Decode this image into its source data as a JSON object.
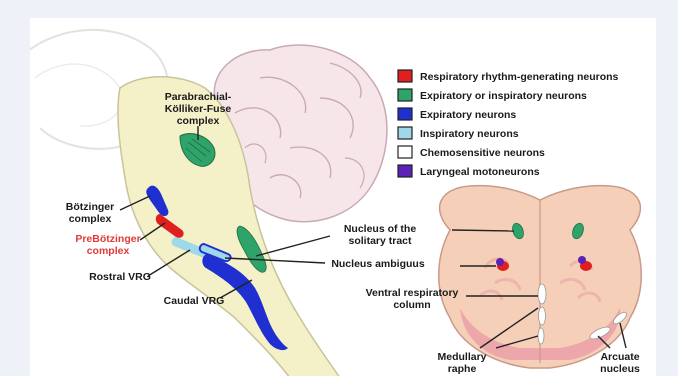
{
  "colors": {
    "red": "#e0201f",
    "green": "#2fa46a",
    "blue": "#1f2fd0",
    "light_blue": "#9fd8e8",
    "white": "#ffffff",
    "purple": "#5b22b5",
    "brainstem": "#f4f0c8",
    "cerebellum": "#f6e6ea",
    "medulla": "#f6cfb8",
    "medulla_pink": "#eba0a8"
  },
  "legend": [
    {
      "label": "Respiratory rhythm-generating neurons",
      "color": "#e0201f"
    },
    {
      "label": "Expiratory or inspiratory neurons",
      "color": "#2fa46a"
    },
    {
      "label": "Expiratory neurons",
      "color": "#1f2fd0"
    },
    {
      "label": "Inspiratory neurons",
      "color": "#9fd8e8"
    },
    {
      "label": "Chemosensitive neurons",
      "color": "#ffffff"
    },
    {
      "label": "Laryngeal motoneurons",
      "color": "#5b22b5"
    }
  ],
  "labels": {
    "parabrachial_1": "Parabrachial-",
    "parabrachial_2": "Kölliker-Fuse",
    "parabrachial_3": "complex",
    "botzinger_1": "Bötzinger",
    "botzinger_2": "complex",
    "prebotzinger_1": "PreBötzinger",
    "prebotzinger_2": "complex",
    "rostral_vrg": "Rostral VRG",
    "caudal_vrg": "Caudal VRG",
    "nts_1": "Nucleus of the",
    "nts_2": "solitary tract",
    "nucleus_ambiguus": "Nucleus ambiguus",
    "vrc_1": "Ventral respiratory",
    "vrc_2": "column",
    "raphe_1": "Medullary",
    "raphe_2": "raphe",
    "arcuate_1": "Arcuate",
    "arcuate_2": "nucleus"
  }
}
